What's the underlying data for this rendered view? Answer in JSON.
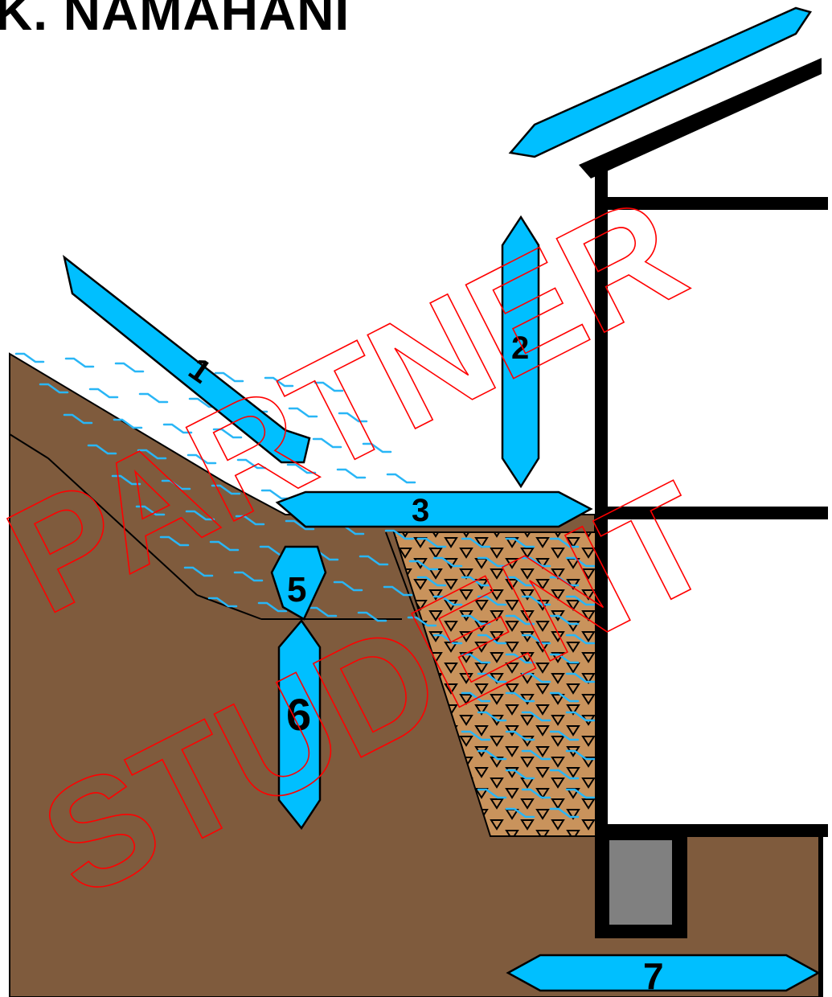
{
  "header": {
    "text": "K. NAMAHANI"
  },
  "labels": {
    "l1": "1",
    "l2": "2",
    "l3": "3",
    "l5": "5",
    "l6": "6",
    "l7": "7"
  },
  "watermark": {
    "line1": "PARTNER",
    "line2": "STUDENT"
  },
  "colors": {
    "soil": "#7f5b3d",
    "gravel": "#c9935c",
    "arrow": "#00bfff",
    "water": "#29b6f6",
    "footing": "#808080",
    "line": "#000000",
    "watermark": "#ff0000"
  }
}
